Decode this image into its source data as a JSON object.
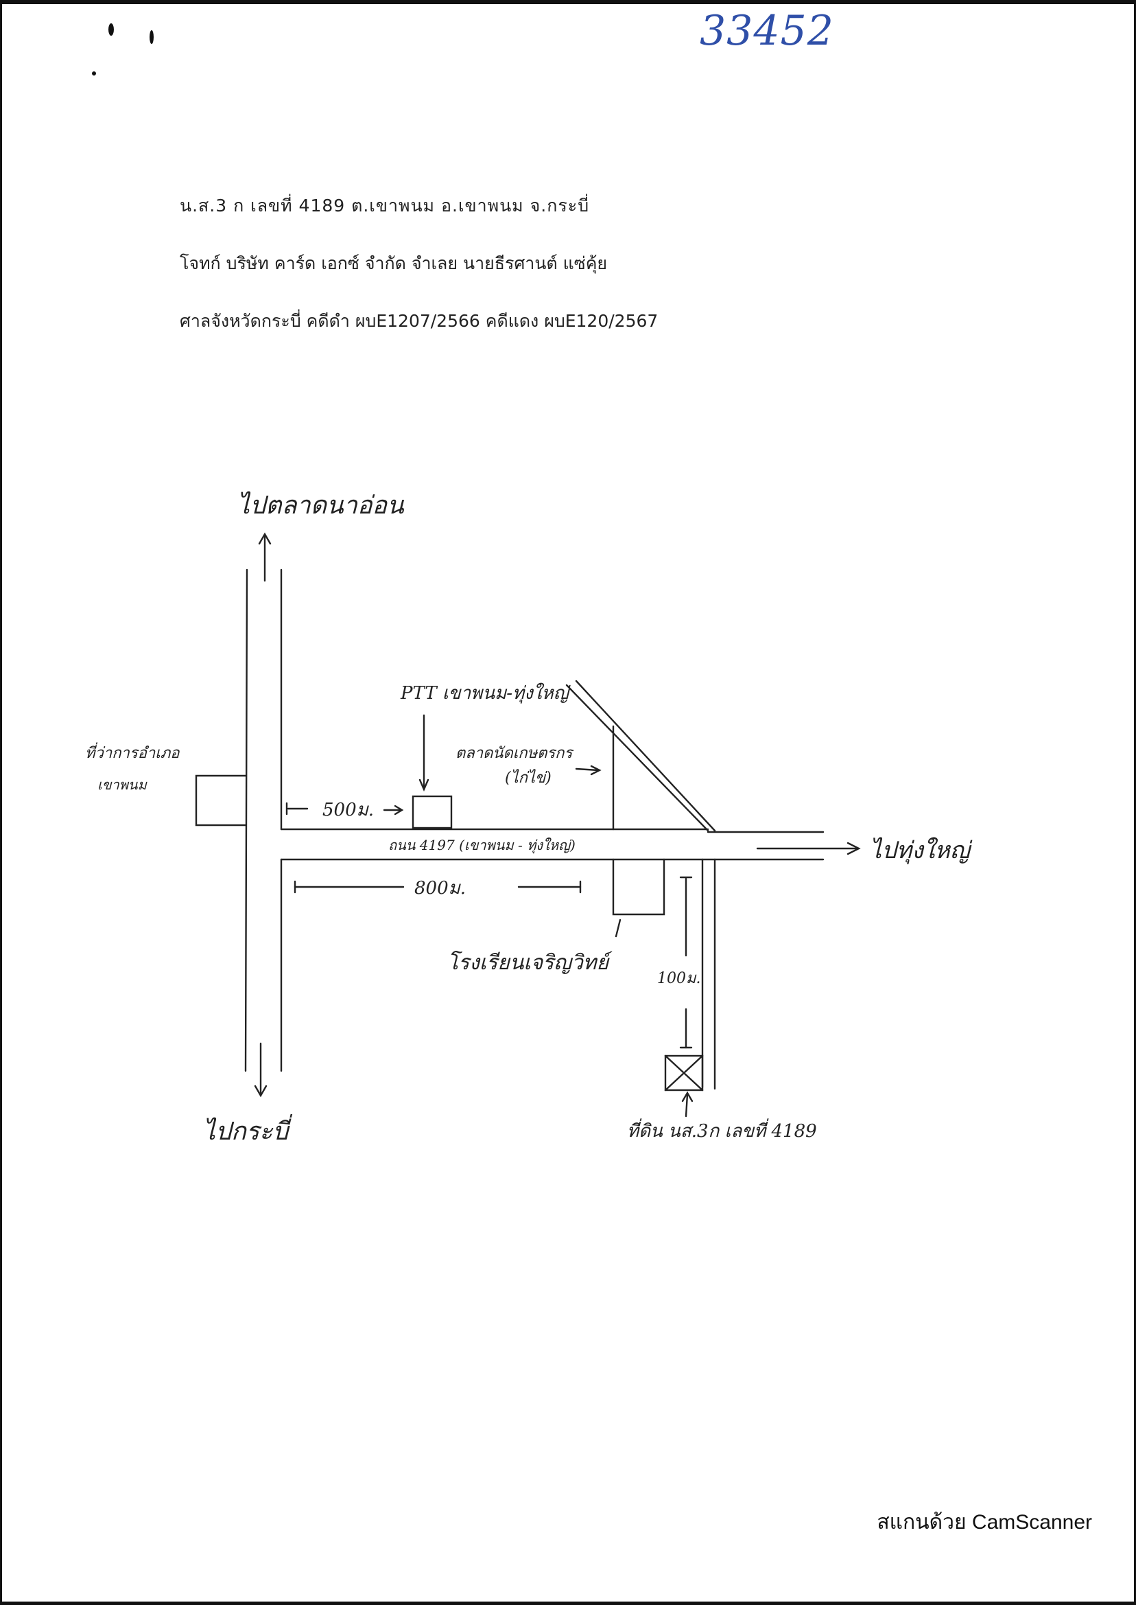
{
  "document": {
    "stamp_number": "33452",
    "header": {
      "line1": "น.ส.3 ก  เลขที่  4189  ต.เขาพนม  อ.เขาพนม จ.กระบี่",
      "line2": "โจทก์  บริษัท  คาร์ด  เอกซ์  จำกัด  จำเลย  นายธีรศานต์ แซ่คุ้ย",
      "line3": "ศาลจังหวัดกระบี่  คดีดำ  ผบE1207/2566  คดีแดง  ผบE120/2567"
    },
    "footer_text": "สแกนด้วย CamScanner"
  },
  "map": {
    "labels": {
      "to_top": "ไปตลาดนาอ่อน",
      "to_bottom": "ไปกระบี่",
      "to_right": "ไปทุ่งใหญ่",
      "left_office": "ที่ว่าการอำเภอ",
      "left_office_sub": "เขาพนม",
      "ptt": "PTT เขาพนม-ทุ่งใหญ่",
      "market": "ตลาดนัดเกษตรกร",
      "market_sub": "(ไก่ไข่)",
      "dist_500": "500ม.",
      "dist_800": "800ม.",
      "road_name": "ถนน 4197 (เขาพนม - ทุ่งใหญ่)",
      "school": "โรงเรียนเจริญวิทย์",
      "dist_100": "100ม.",
      "property": "ที่ดิน นส.3ก เลขที่ 4189"
    }
  }
}
